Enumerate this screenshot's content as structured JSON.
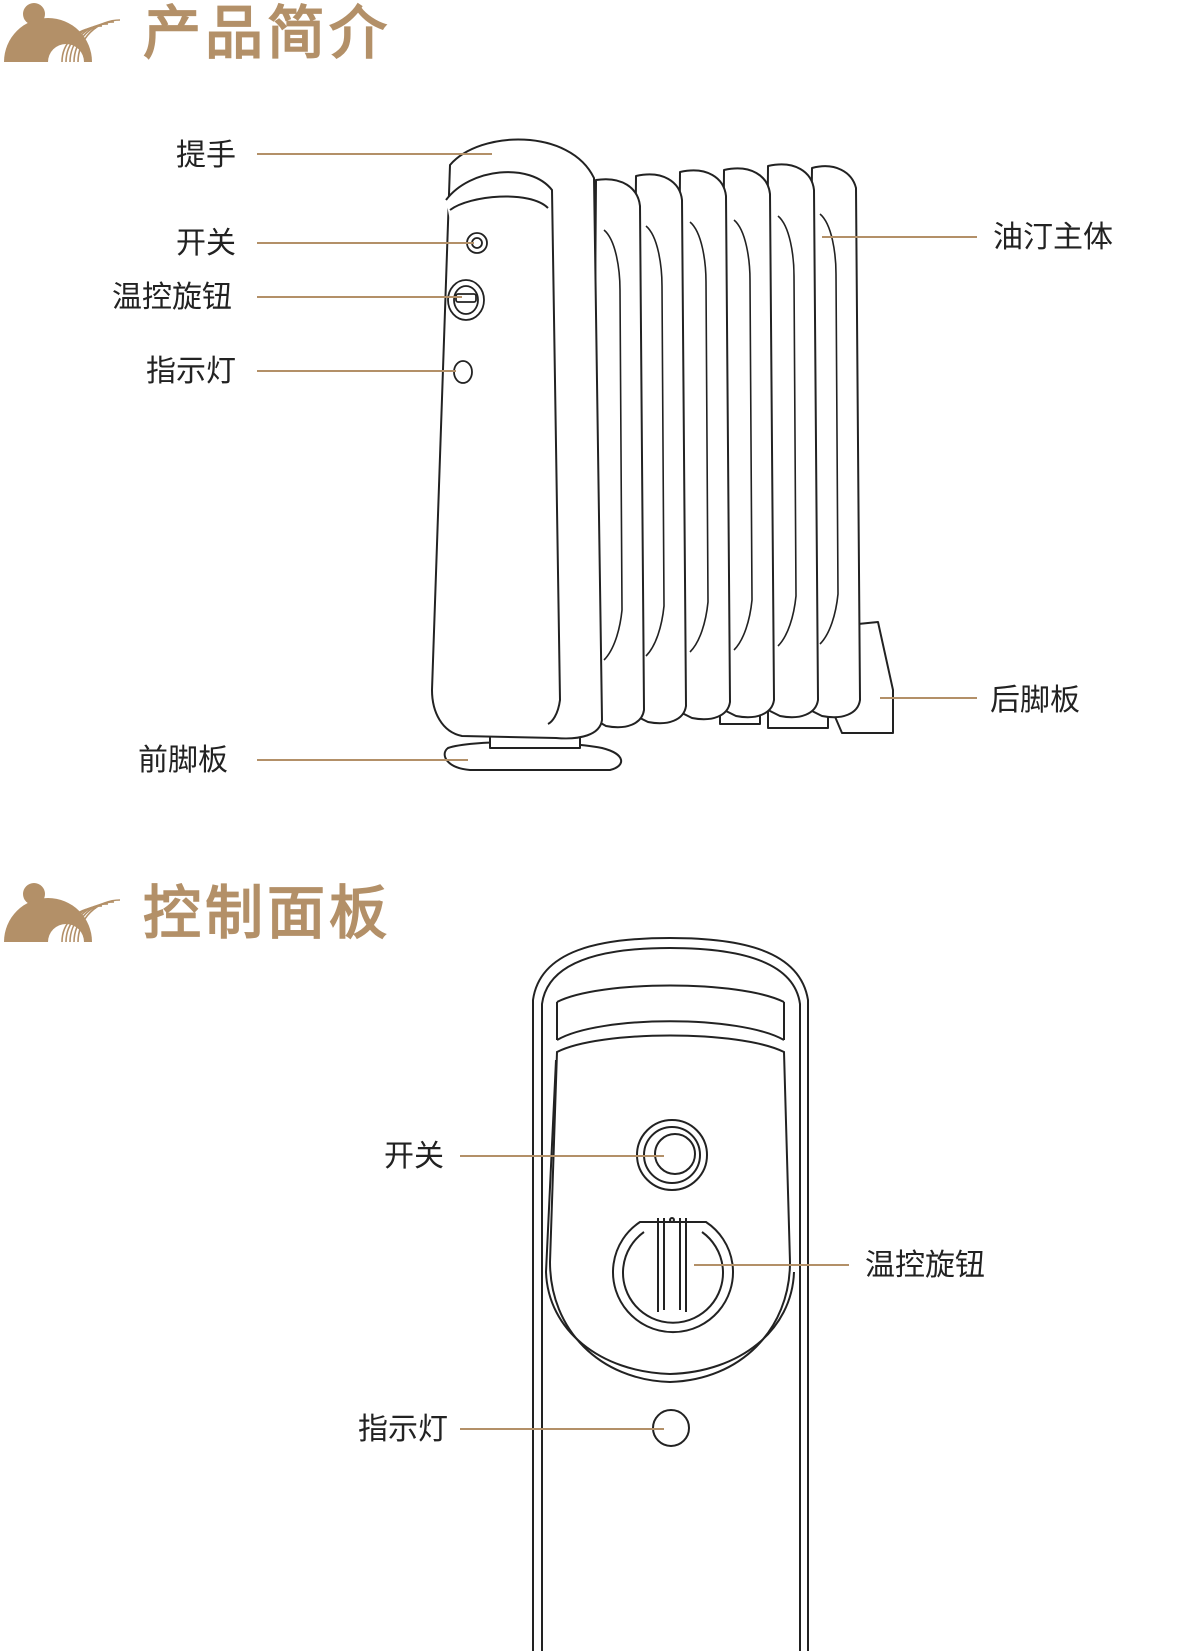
{
  "accent_color": "#b39068",
  "icons": {
    "section_logo": "bear-ear-arc-logo"
  },
  "intro": {
    "title": "产品简介",
    "labels": {
      "handle": "提手",
      "switch": "开关",
      "knob": "温控旋钮",
      "indicator": "指示灯",
      "front_foot": "前脚板",
      "body": "油汀主体",
      "rear_foot": "后脚板"
    }
  },
  "panel": {
    "title": "控制面板",
    "labels": {
      "switch": "开关",
      "knob": "温控旋钮",
      "indicator": "指示灯"
    }
  }
}
